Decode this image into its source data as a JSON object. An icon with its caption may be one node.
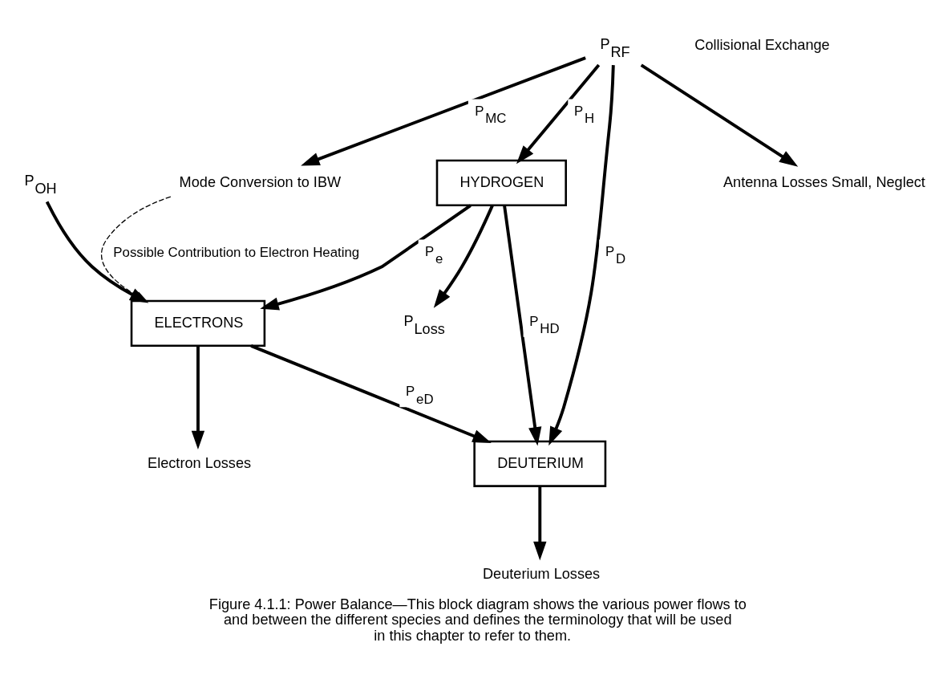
{
  "diagram": {
    "caption": "Figure 4.1.1: Power Balance—This block diagram shows the various power flows to and between the different species and defines the terminology that will be used in this chapter to refer to them.",
    "nodes": [
      {
        "text": [
          "HYDROGEN"
        ]
      },
      {
        "text": [
          "DEUTERIUM"
        ]
      },
      {
        "text": [
          "ELECTRONS"
        ]
      },
      {
        "text": [
          "P$_{RF}$"
        ]
      },
      {
        "text": [
          "P$_{OH}$"
        ]
      },
      {
        "text": [
          "Mode Conversion to IBW"
        ]
      },
      {
        "text": [
          "P$_{Loss}$"
        ]
      },
      {
        "text": [
          "Deuterium Losses"
        ]
      },
      {
        "text": [
          "Electron Losses"
        ]
      },
      {
        "text": [
          "Antenna Losses Small, Neglect"
        ]
      }
    ],
    "edges": [
      {
        "from": 3,
        "to": 9,
        "arrow": "to"
      },
      {
        "from": 3,
        "to": 5,
        "arrow": "to",
        "label": "P$_{MC}$"
      },
      {
        "from": 3,
        "to": 0,
        "arrow": "to",
        "label": "P$_{H}$"
      },
      {
        "from": 3,
        "to": 1,
        "arrow": "to",
        "label": "P$_{D}$"
      },
      {
        "from": 0,
        "to": 6,
        "arrow": "to"
      },
      {
        "from": 0,
        "to": 1,
        "arrow": "to",
        "label": "P$_{HD}$"
      },
      {
        "from": 0,
        "to": 2,
        "arrow": "to",
        "label": "P$_{e}$"
      },
      {
        "from": 2,
        "to": 1,
        "arrow": "to",
        "label": "P$_{eD}$"
      },
      {
        "from": 4,
        "to": 2,
        "arrow": "to"
      },
      {
        "from": 1,
        "to": 7,
        "arrow": "to"
      },
      {
        "from": 2,
        "to": 8,
        "arrow": "to"
      },
      {
        "from": 5,
        "to": 2,
        "arrow": "to",
        "label": "Possible Contribution to Electron Heating",
        "style": "dashed"
      }
    ],
    "labels": [
      "Collisional Exchange"
    ]
  }
}
